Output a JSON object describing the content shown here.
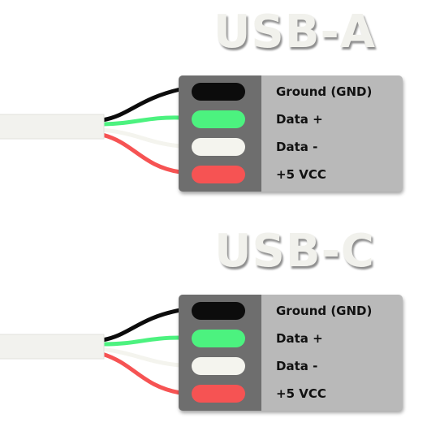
{
  "colors": {
    "ground": "#0c0c0c",
    "data_plus": "#4cf27f",
    "data_minus": "#f4f4ee",
    "vcc": "#f65353",
    "card_bg": "#b9b9b9",
    "pill_col_bg": "#6e6e6e",
    "cable": "#f2f2ee"
  },
  "diagrams": [
    {
      "title": "USB-A",
      "wires": [
        {
          "label": "Ground (GND)",
          "color_key": "ground",
          "icon": "ground-wire"
        },
        {
          "label": "Data +",
          "color_key": "data_plus",
          "icon": "data-plus-wire"
        },
        {
          "label": "Data -",
          "color_key": "data_minus",
          "icon": "data-minus-wire"
        },
        {
          "label": "+5 VCC",
          "color_key": "vcc",
          "icon": "vcc-wire"
        }
      ]
    },
    {
      "title": "USB-C",
      "wires": [
        {
          "label": "Ground (GND)",
          "color_key": "ground",
          "icon": "ground-wire"
        },
        {
          "label": "Data +",
          "color_key": "data_plus",
          "icon": "data-plus-wire"
        },
        {
          "label": "Data -",
          "color_key": "data_minus",
          "icon": "data-minus-wire"
        },
        {
          "label": "+5 VCC",
          "color_key": "vcc",
          "icon": "vcc-wire"
        }
      ]
    }
  ]
}
